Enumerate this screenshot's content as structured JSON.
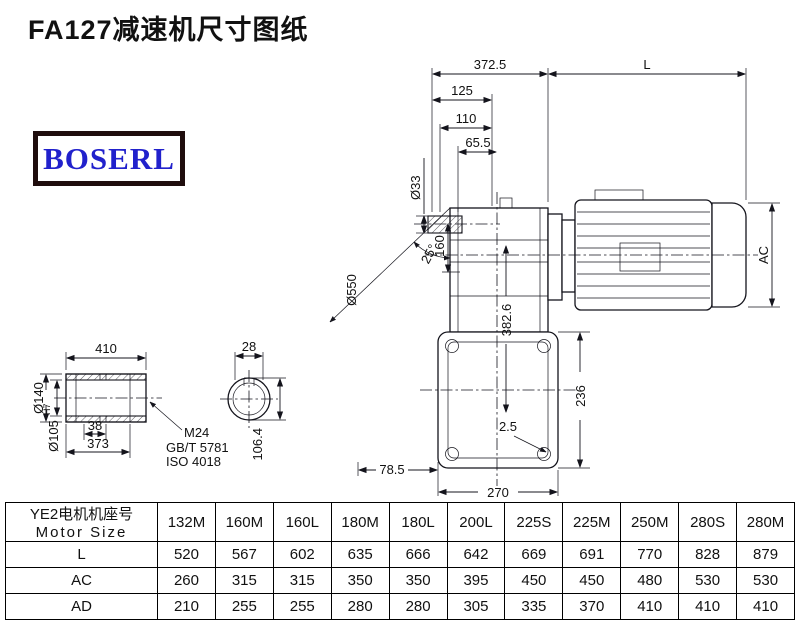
{
  "page": {
    "title": "FA127减速机尺寸图纸"
  },
  "logo": {
    "text": "BOSERL"
  },
  "colors": {
    "line": "#14141c",
    "logo_blue": "#2121cc",
    "logo_border": "#1f0d0d"
  },
  "drawing": {
    "dims": {
      "d372_5": "372.5",
      "dL": "L",
      "d125": "125",
      "d110": "110",
      "d65_5": "65.5",
      "d33": "Ø33",
      "d160": "160",
      "d25": "25°",
      "d550": "Ø550",
      "d382_6": "382.6",
      "dAC": "AC",
      "d236": "236",
      "d2_5": "2.5",
      "d78_5": "78.5",
      "d270": "270",
      "d410": "410",
      "d28": "28",
      "d140": "Ø140",
      "d105": "Ø105",
      "dH7": "H7",
      "d38": "38",
      "d373": "373",
      "dM24": "M24",
      "dGB": "GB/T 5781",
      "dISO": "ISO 4018",
      "d106_4": "106.4"
    }
  },
  "table": {
    "motor_header_cn": "YE2电机机座号",
    "motor_header_en": "Motor Size",
    "columns": [
      "132M",
      "160M",
      "160L",
      "180M",
      "180L",
      "200L",
      "225S",
      "225M",
      "250M",
      "280S",
      "280M"
    ],
    "rows": [
      {
        "label": "L",
        "values": [
          "520",
          "567",
          "602",
          "635",
          "666",
          "642",
          "669",
          "691",
          "770",
          "828",
          "879"
        ]
      },
      {
        "label": "AC",
        "values": [
          "260",
          "315",
          "315",
          "350",
          "350",
          "395",
          "450",
          "450",
          "480",
          "530",
          "530"
        ]
      },
      {
        "label": "AD",
        "values": [
          "210",
          "255",
          "255",
          "280",
          "280",
          "305",
          "335",
          "370",
          "410",
          "410",
          "410"
        ]
      }
    ]
  }
}
